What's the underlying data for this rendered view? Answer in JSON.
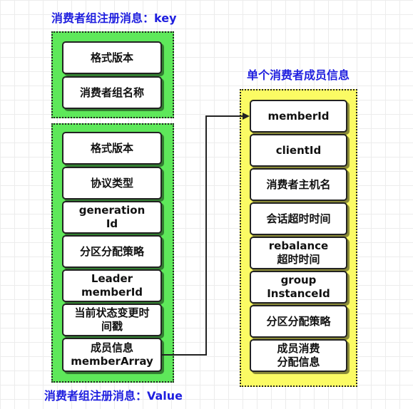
{
  "key_group": {
    "title": "消费者组注册消息：key",
    "items": [
      "格式版本",
      "消费者组名称"
    ]
  },
  "value_group": {
    "title": "消费者组注册消息：Value",
    "items": [
      "格式版本",
      "协议类型",
      "generation\nId",
      "分区分配策略",
      "Leader\nmemberId",
      "当前状态变更时\n间戳",
      "成员信息\nmemberArray"
    ]
  },
  "member_group": {
    "title": "单个消费者成员信息",
    "items": [
      "memberId",
      "clientId",
      "消费者主机名",
      "会话超时时间",
      "rebalance\n超时时间",
      "group\nInstanceId",
      "分区分配策略",
      "成员消费\n分配信息"
    ]
  },
  "colors": {
    "title": "#1f1fdf",
    "key_value_fill": "#5ee85a",
    "member_fill": "#fbfb64"
  }
}
